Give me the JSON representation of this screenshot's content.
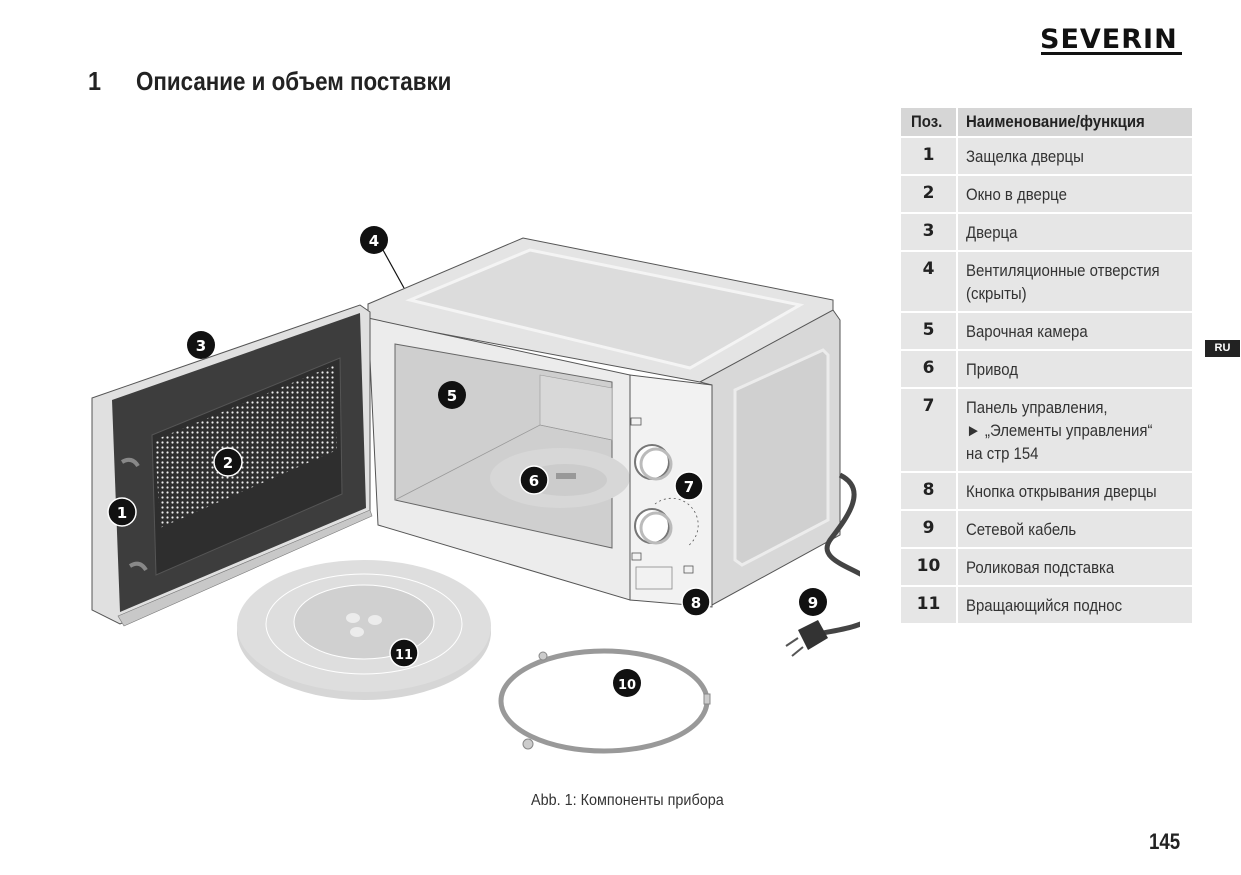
{
  "brand": {
    "logo": "SEVERIN"
  },
  "chapter": {
    "number": "1",
    "title": "Описание и объем поставки"
  },
  "language_tab": "RU",
  "table": {
    "headers": {
      "pos": "Поз.",
      "name": "Наименование/функция"
    },
    "rows": [
      {
        "pos": "1",
        "lines": [
          "Защелка дверцы"
        ]
      },
      {
        "pos": "2",
        "lines": [
          "Окно в дверце"
        ]
      },
      {
        "pos": "3",
        "lines": [
          "Дверца"
        ]
      },
      {
        "pos": "4",
        "lines": [
          "Вентиляционные отверстия",
          "(скрыты)"
        ]
      },
      {
        "pos": "5",
        "lines": [
          "Варочная камера"
        ]
      },
      {
        "pos": "6",
        "lines": [
          "Привод"
        ]
      },
      {
        "pos": "7",
        "lines": [
          "Панель управления,",
          "► „Элементы управления“",
          "на стр 154"
        ]
      },
      {
        "pos": "8",
        "lines": [
          "Кнопка открывания дверцы"
        ]
      },
      {
        "pos": "9",
        "lines": [
          "Сетевой кабель"
        ]
      },
      {
        "pos": "10",
        "lines": [
          "Роликовая подставка"
        ]
      },
      {
        "pos": "11",
        "lines": [
          "Вращающийся поднос"
        ]
      }
    ]
  },
  "figure": {
    "caption": "Abb. 1: Компоненты прибора",
    "callouts": [
      "1",
      "2",
      "3",
      "4",
      "5",
      "6",
      "7",
      "8",
      "9",
      "10",
      "11"
    ]
  },
  "page_number": "145"
}
